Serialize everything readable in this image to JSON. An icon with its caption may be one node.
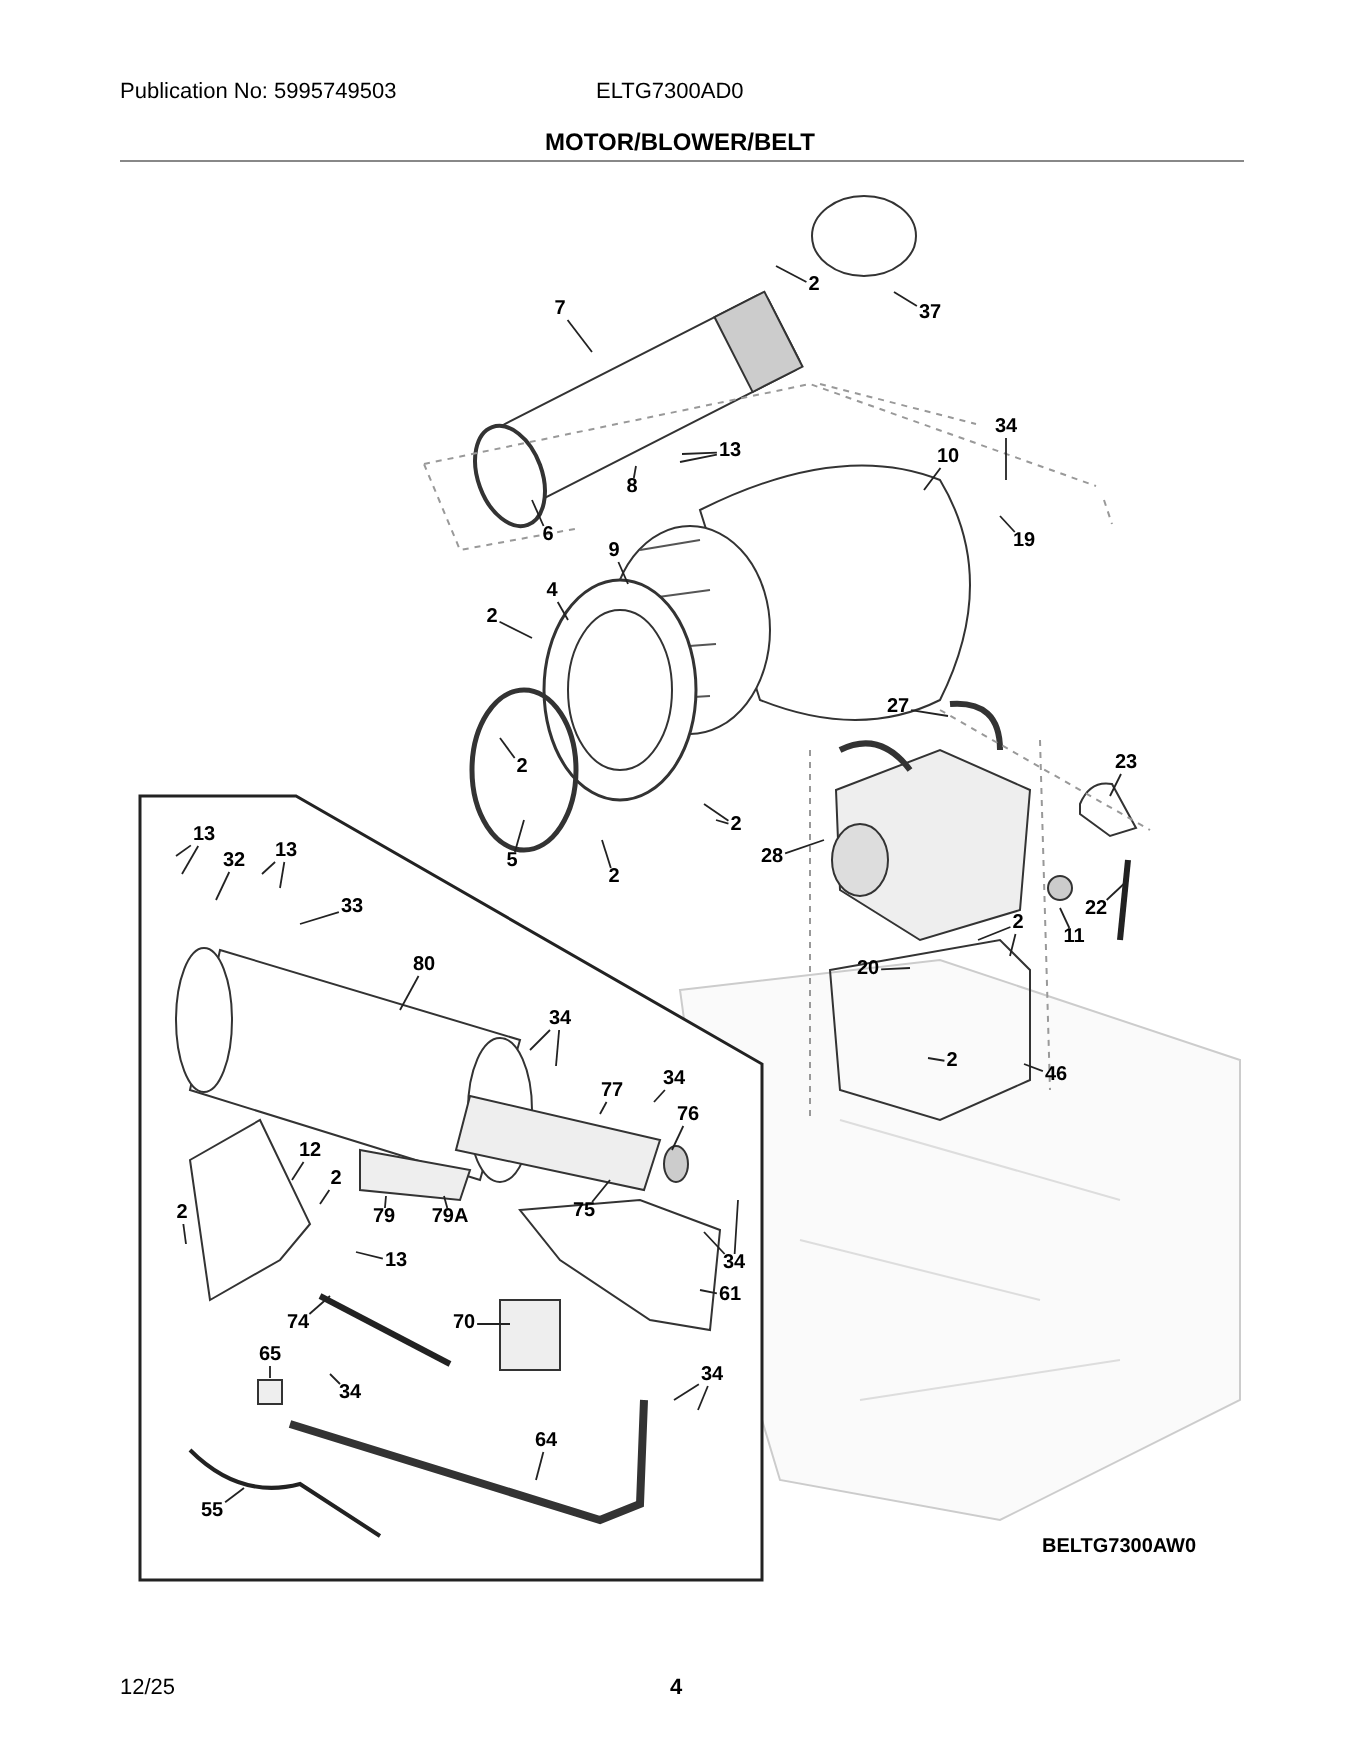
{
  "diagram": {
    "title": "MOTOR/BLOWER/BELT",
    "nodes": [
      {
        "text": [
          "7"
        ]
      },
      {
        "text": [
          "2"
        ]
      },
      {
        "text": [
          "37"
        ]
      },
      {
        "text": [
          "13"
        ]
      },
      {
        "text": [
          "8"
        ]
      },
      {
        "text": [
          "6"
        ]
      },
      {
        "text": [
          "34"
        ]
      },
      {
        "text": [
          "10"
        ]
      },
      {
        "text": [
          "19"
        ]
      },
      {
        "text": [
          "9"
        ]
      },
      {
        "text": [
          "4"
        ]
      },
      {
        "text": [
          "2"
        ]
      },
      {
        "text": [
          "2"
        ]
      },
      {
        "text": [
          "5"
        ]
      },
      {
        "text": [
          "27"
        ]
      },
      {
        "text": [
          "23"
        ]
      },
      {
        "text": [
          "2"
        ]
      },
      {
        "text": [
          "2"
        ]
      },
      {
        "text": [
          "28"
        ]
      },
      {
        "text": [
          "2"
        ]
      },
      {
        "text": [
          "11"
        ]
      },
      {
        "text": [
          "22"
        ]
      },
      {
        "text": [
          "20"
        ]
      },
      {
        "text": [
          "2"
        ]
      },
      {
        "text": [
          "46"
        ]
      },
      {
        "text": [
          "13"
        ]
      },
      {
        "text": [
          "32"
        ]
      },
      {
        "text": [
          "13"
        ]
      },
      {
        "text": [
          "33"
        ]
      },
      {
        "text": [
          "80"
        ]
      },
      {
        "text": [
          "34"
        ]
      },
      {
        "text": [
          "34"
        ]
      },
      {
        "text": [
          "77"
        ]
      },
      {
        "text": [
          "76"
        ]
      },
      {
        "text": [
          "12"
        ]
      },
      {
        "text": [
          "2"
        ]
      },
      {
        "text": [
          "2"
        ]
      },
      {
        "text": [
          "79"
        ]
      },
      {
        "text": [
          "79A"
        ]
      },
      {
        "text": [
          "75"
        ]
      },
      {
        "text": [
          "13"
        ]
      },
      {
        "text": [
          "34"
        ]
      },
      {
        "text": [
          "61"
        ]
      },
      {
        "text": [
          "74"
        ]
      },
      {
        "text": [
          "70"
        ]
      },
      {
        "text": [
          "65"
        ]
      },
      {
        "text": [
          "34"
        ]
      },
      {
        "text": [
          "34"
        ]
      },
      {
        "text": [
          "64"
        ]
      },
      {
        "text": [
          "55"
        ]
      }
    ],
    "edges": [
      {
        "from": 0,
        "to": null,
        "arrow": "none"
      },
      {
        "from": 1,
        "to": null,
        "arrow": "none"
      },
      {
        "from": 2,
        "to": null,
        "arrow": "none"
      },
      {
        "from": 3,
        "to": null,
        "arrow": "none"
      },
      {
        "from": 3,
        "to": null,
        "arrow": "none"
      },
      {
        "from": 4,
        "to": null,
        "arrow": "none"
      },
      {
        "from": 5,
        "to": null,
        "arrow": "none"
      },
      {
        "from": 6,
        "to": null,
        "arrow": "none"
      },
      {
        "from": 7,
        "to": null,
        "arrow": "none"
      },
      {
        "from": 8,
        "to": null,
        "arrow": "none"
      },
      {
        "from": 9,
        "to": null,
        "arrow": "none"
      },
      {
        "from": 10,
        "to": null,
        "arrow": "none"
      },
      {
        "from": 11,
        "to": null,
        "arrow": "none"
      },
      {
        "from": 12,
        "to": null,
        "arrow": "none"
      },
      {
        "from": 13,
        "to": null,
        "arrow": "none"
      },
      {
        "from": 14,
        "to": null,
        "arrow": "none"
      },
      {
        "from": 15,
        "to": null,
        "arrow": "none"
      },
      {
        "from": 16,
        "to": null,
        "arrow": "none"
      },
      {
        "from": 16,
        "to": null,
        "arrow": "none"
      },
      {
        "from": 17,
        "to": null,
        "arrow": "none"
      },
      {
        "from": 18,
        "to": null,
        "arrow": "none"
      },
      {
        "from": 19,
        "to": null,
        "arrow": "none"
      },
      {
        "from": 19,
        "to": null,
        "arrow": "none"
      },
      {
        "from": 20,
        "to": null,
        "arrow": "none"
      },
      {
        "from": 21,
        "to": null,
        "arrow": "none"
      },
      {
        "from": 22,
        "to": null,
        "arrow": "none"
      },
      {
        "from": 23,
        "to": null,
        "arrow": "none"
      },
      {
        "from": 24,
        "to": null,
        "arrow": "none"
      },
      {
        "from": 25,
        "to": null,
        "arrow": "none"
      },
      {
        "from": 25,
        "to": null,
        "arrow": "none"
      },
      {
        "from": 26,
        "to": null,
        "arrow": "none"
      },
      {
        "from": 27,
        "to": null,
        "arrow": "none"
      },
      {
        "from": 27,
        "to": null,
        "arrow": "none"
      },
      {
        "from": 28,
        "to": null,
        "arrow": "none"
      },
      {
        "from": 29,
        "to": null,
        "arrow": "none"
      },
      {
        "from": 30,
        "to": null,
        "arrow": "none"
      },
      {
        "from": 30,
        "to": null,
        "arrow": "none"
      },
      {
        "from": 31,
        "to": null,
        "arrow": "none"
      },
      {
        "from": 32,
        "to": null,
        "arrow": "none"
      },
      {
        "from": 33,
        "to": null,
        "arrow": "none"
      },
      {
        "from": 34,
        "to": null,
        "arrow": "none"
      },
      {
        "from": 35,
        "to": null,
        "arrow": "none"
      },
      {
        "from": 36,
        "to": null,
        "arrow": "none"
      },
      {
        "from": 37,
        "to": null,
        "arrow": "none"
      },
      {
        "from": 38,
        "to": null,
        "arrow": "none"
      },
      {
        "from": 39,
        "to": null,
        "arrow": "none"
      },
      {
        "from": 40,
        "to": null,
        "arrow": "none"
      },
      {
        "from": 41,
        "to": null,
        "arrow": "none"
      },
      {
        "from": 41,
        "to": null,
        "arrow": "none"
      },
      {
        "from": 42,
        "to": null,
        "arrow": "none"
      },
      {
        "from": 43,
        "to": null,
        "arrow": "none"
      },
      {
        "from": 44,
        "to": null,
        "arrow": "none"
      },
      {
        "from": 45,
        "to": null,
        "arrow": "none"
      },
      {
        "from": 46,
        "to": null,
        "arrow": "none"
      },
      {
        "from": 47,
        "to": null,
        "arrow": "none"
      },
      {
        "from": 47,
        "to": null,
        "arrow": "none"
      },
      {
        "from": 48,
        "to": null,
        "arrow": "none"
      },
      {
        "from": 49,
        "to": null,
        "arrow": "none"
      }
    ],
    "labels": [
      "Publication No: 5995749503",
      "ELTG7300AD0",
      "BELTG7300AW0",
      "12/25",
      "4"
    ]
  }
}
